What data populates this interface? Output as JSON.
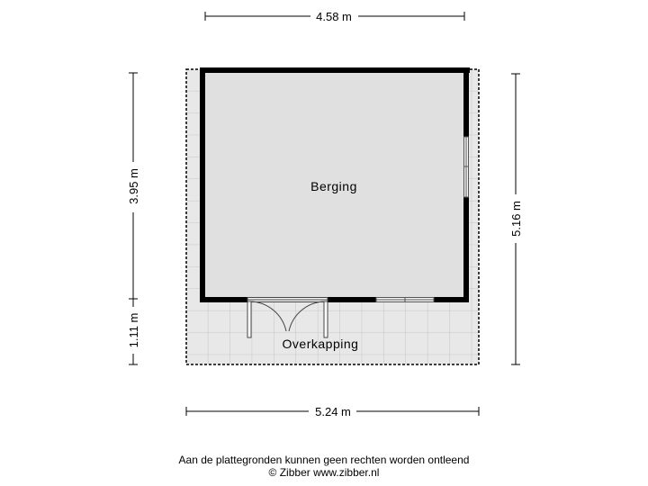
{
  "dimensions": {
    "top_width": "4.58 m",
    "bottom_width": "5.24 m",
    "left_upper_height": "3.95 m",
    "left_lower_height": "1.11 m",
    "right_height": "5.16 m"
  },
  "rooms": {
    "storage": "Berging",
    "canopy": "Overkapping"
  },
  "footer": {
    "disclaimer": "Aan de plattegronden kunnen geen rechten worden ontleend",
    "copyright": "© Zibber www.zibber.nl"
  },
  "colors": {
    "wall": "#000000",
    "room_fill": "#e0e0e0",
    "tile_fill": "#e8e8e8",
    "tile_grid": "#bdbdbd"
  }
}
